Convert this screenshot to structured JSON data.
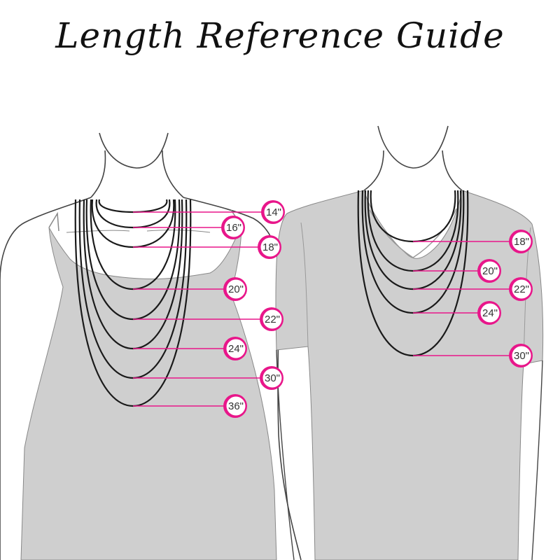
{
  "title": "Length Reference Guide",
  "colors": {
    "accent": "#e8168a",
    "figure_fill": "#cfcfcf",
    "outline": "#444444",
    "chain": "#1a1a1a",
    "badge_text": "#333333"
  },
  "female": {
    "lengths": [
      "14\"",
      "16\"",
      "18\"",
      "20\"",
      "22\"",
      "24\"",
      "30\"",
      "36\""
    ]
  },
  "male": {
    "lengths": [
      "18\"",
      "20\"",
      "22\"",
      "24\"",
      "30\""
    ]
  }
}
